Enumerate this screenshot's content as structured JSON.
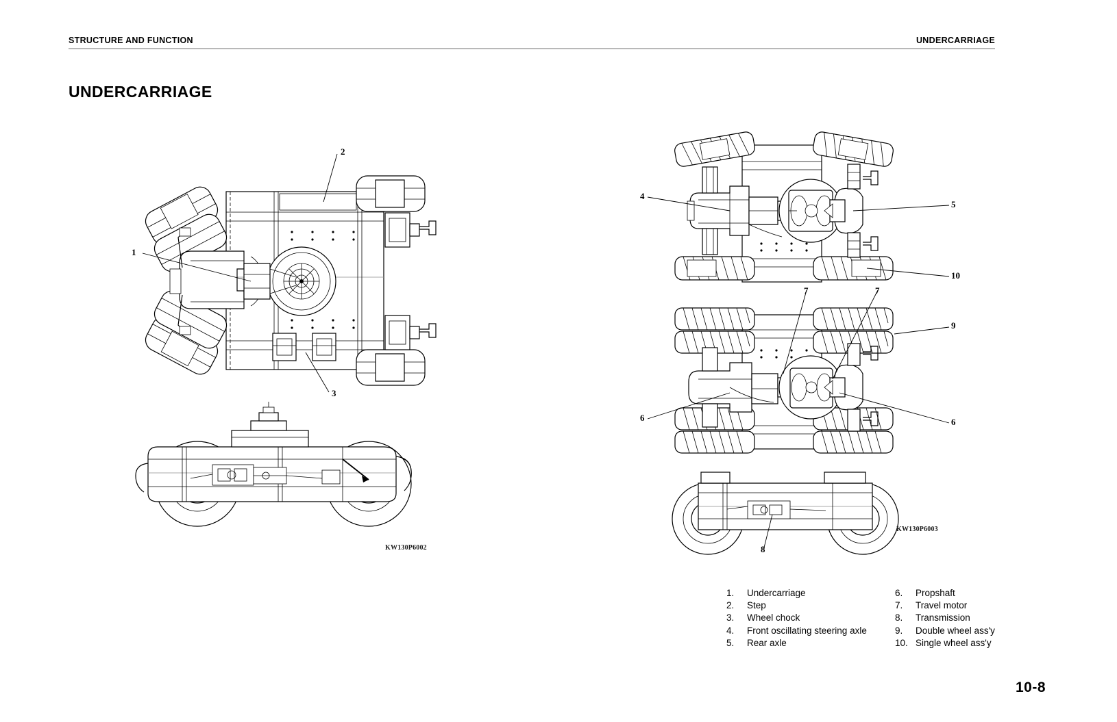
{
  "header": {
    "left_title": "STRUCTURE AND FUNCTION",
    "right_title": "UNDERCARRIAGE"
  },
  "section": {
    "title": "UNDERCARRIAGE"
  },
  "figures": {
    "left": {
      "code": "KW130P6002",
      "callouts": [
        {
          "number": "1"
        },
        {
          "number": "2"
        },
        {
          "number": "3"
        }
      ]
    },
    "right": {
      "code": "KW130P6003",
      "callouts": [
        {
          "number": "4"
        },
        {
          "number": "5"
        },
        {
          "number": "10"
        },
        {
          "number": "7"
        },
        {
          "number": "7"
        },
        {
          "number": "9"
        },
        {
          "number": "6"
        },
        {
          "number": "6"
        },
        {
          "number": "8"
        }
      ]
    }
  },
  "legend": {
    "left_column": [
      {
        "num": "1.",
        "label": "Undercarriage"
      },
      {
        "num": "2.",
        "label": "Step"
      },
      {
        "num": "3.",
        "label": "Wheel chock"
      },
      {
        "num": "4.",
        "label": "Front oscillating steering axle"
      },
      {
        "num": "5.",
        "label": "Rear axle"
      }
    ],
    "right_column": [
      {
        "num": "6.",
        "label": "Propshaft"
      },
      {
        "num": "7.",
        "label": "Travel motor"
      },
      {
        "num": "8.",
        "label": "Transmission"
      },
      {
        "num": "9.",
        "label": "Double wheel ass'y"
      },
      {
        "num": "10.",
        "label": "Single wheel ass'y"
      }
    ]
  },
  "footer": {
    "page_number": "10-8"
  },
  "colors": {
    "ink": "#000000",
    "rule": "#b8b8b8",
    "light_line": "#8c8c8c",
    "paper": "#ffffff"
  }
}
